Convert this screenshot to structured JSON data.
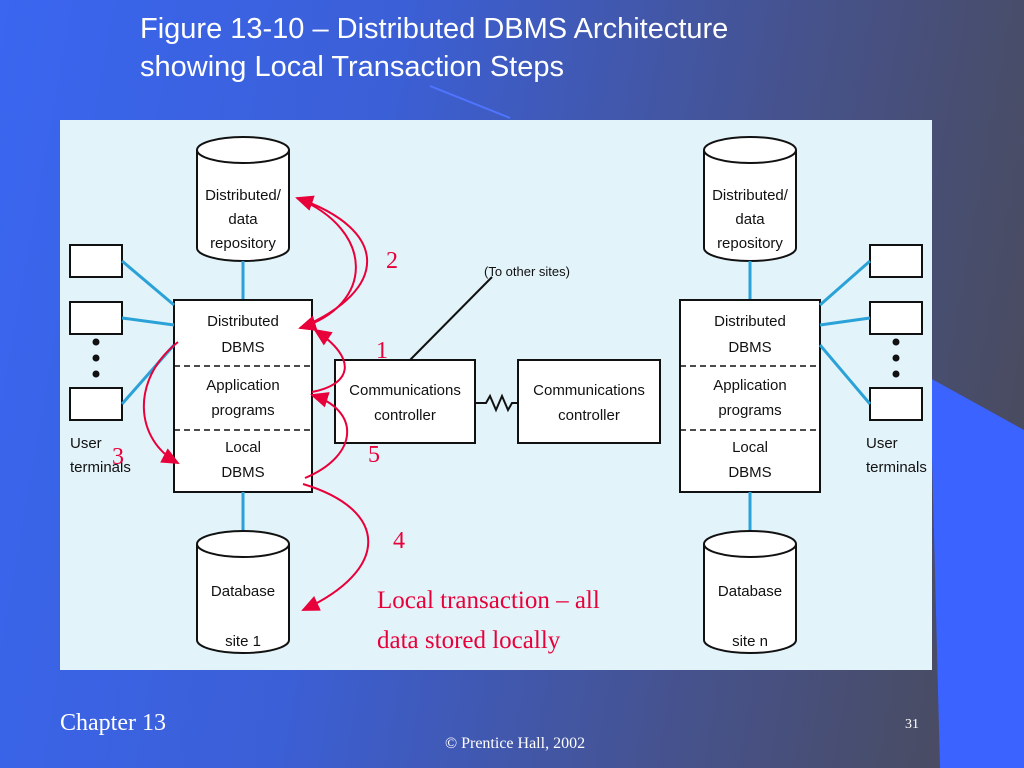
{
  "slide": {
    "title_line1": "Figure 13-10 – Distributed DBMS Architecture",
    "title_line2": "showing Local Transaction Steps",
    "footer_chapter": "Chapter 13",
    "footer_copyright": "© Prentice Hall, 2002",
    "page_number": "31"
  },
  "diagram": {
    "left_site": {
      "repository_lines": [
        "Distributed/",
        "data",
        "repository"
      ],
      "distributed_dbms_lines": [
        "Distributed",
        "DBMS"
      ],
      "application_programs_lines": [
        "Application",
        "programs"
      ],
      "local_dbms_lines": [
        "Local",
        "DBMS"
      ],
      "database_lines": [
        "Database",
        "site 1"
      ],
      "user_terminals_lines": [
        "User",
        "terminals"
      ]
    },
    "right_site": {
      "repository_lines": [
        "Distributed/",
        "data",
        "repository"
      ],
      "distributed_dbms_lines": [
        "Distributed",
        "DBMS"
      ],
      "application_programs_lines": [
        "Application",
        "programs"
      ],
      "local_dbms_lines": [
        "Local",
        "DBMS"
      ],
      "database_lines": [
        "Database",
        "site n"
      ],
      "user_terminals_lines": [
        "User",
        "terminals"
      ]
    },
    "comm_controller_left_lines": [
      "Communications",
      "controller"
    ],
    "comm_controller_right_lines": [
      "Communications",
      "controller"
    ],
    "to_other_sites": "(To other sites)",
    "steps": [
      "1",
      "2",
      "3",
      "4",
      "5"
    ],
    "annotation_lines": [
      "Local transaction – all",
      "data stored locally"
    ]
  },
  "colors": {
    "background_blue": "#3a66f0",
    "panel": "#e3f3fa",
    "connector": "#2aa2d8",
    "annotation_red": "#e8003a",
    "text": "#ffffff"
  }
}
